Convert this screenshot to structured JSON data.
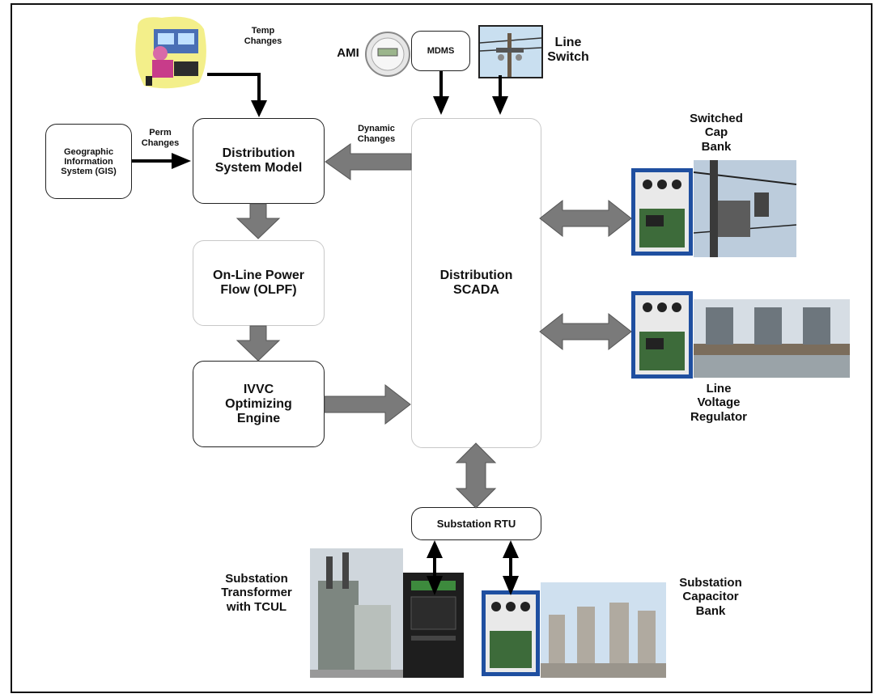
{
  "boxes": {
    "gis": "Geographic\nInformation\nSystem (GIS)",
    "dsm": "Distribution\nSystem Model",
    "olpf": "On-Line Power\nFlow (OLPF)",
    "ivvc": "IVVC\nOptimizing\nEngine",
    "scada": "Distribution\nSCADA",
    "mdms": "MDMS",
    "rtu": "Substation RTU"
  },
  "labels": {
    "temp_changes": "Temp\nChanges",
    "perm_changes": "Perm\nChanges",
    "dynamic_changes": "Dynamic\nChanges",
    "ami": "AMI",
    "line_switch": "Line\nSwitch",
    "switched_cap_bank": "Switched\nCap\nBank",
    "line_voltage_regulator": "Line\nVoltage\nRegulator",
    "substation_transformer": "Substation\nTransformer\nwith TCUL",
    "substation_capacitor_bank": "Substation\nCapacitor\nBank"
  },
  "colors": {
    "gray_arrow": "#7a7a7a",
    "black_arrow": "#000000",
    "controller_blue": "#1f4fa0",
    "clipart_yellow": "#f3ef8a"
  },
  "icons": [
    "operator-clipart",
    "ami-meter",
    "line-switch-photo",
    "controller-icon",
    "capacitor-bank-photo",
    "voltage-regulator-photo",
    "substation-transformer-photo",
    "rtu-device-icon",
    "substation-capacitor-photo"
  ]
}
